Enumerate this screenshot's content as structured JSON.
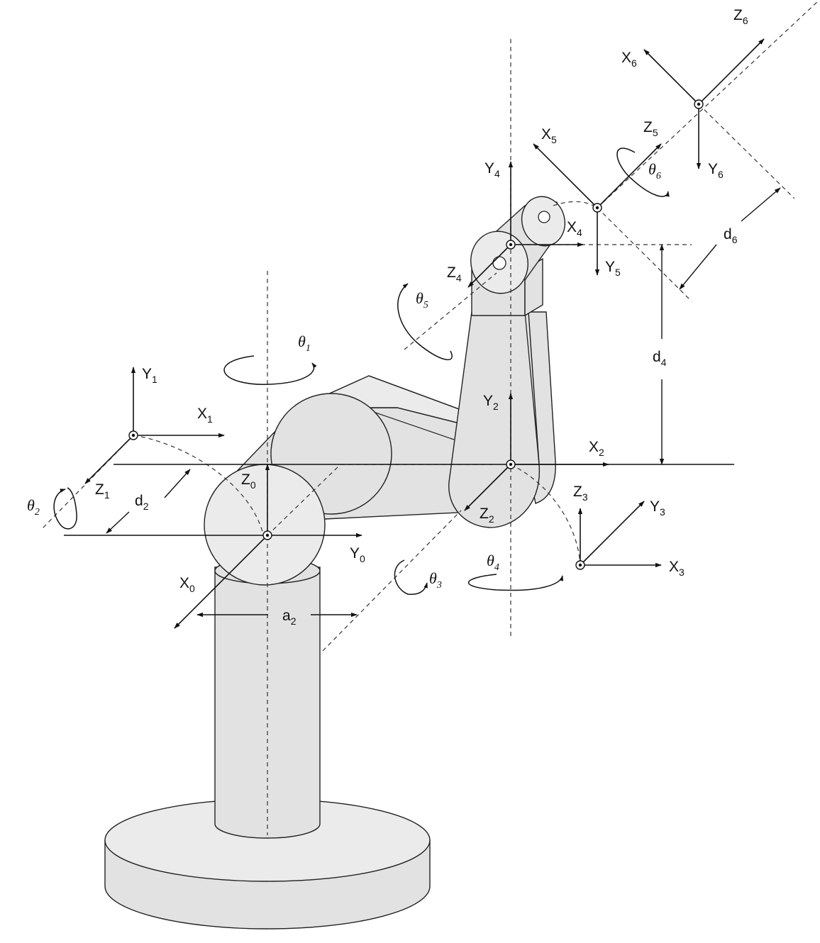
{
  "diagram": {
    "frames": [
      {
        "id": "0",
        "axes": [
          {
            "base": "Z",
            "sub": "0"
          },
          {
            "base": "Y",
            "sub": "0"
          },
          {
            "base": "X",
            "sub": "0"
          }
        ]
      },
      {
        "id": "1",
        "axes": [
          {
            "base": "Y",
            "sub": "1"
          },
          {
            "base": "X",
            "sub": "1"
          },
          {
            "base": "Z",
            "sub": "1"
          }
        ]
      },
      {
        "id": "2",
        "axes": [
          {
            "base": "Y",
            "sub": "2"
          },
          {
            "base": "X",
            "sub": "2"
          },
          {
            "base": "Z",
            "sub": "2"
          }
        ]
      },
      {
        "id": "3",
        "axes": [
          {
            "base": "Z",
            "sub": "3"
          },
          {
            "base": "Y",
            "sub": "3"
          },
          {
            "base": "X",
            "sub": "3"
          }
        ]
      },
      {
        "id": "4",
        "axes": [
          {
            "base": "Y",
            "sub": "4"
          },
          {
            "base": "X",
            "sub": "4"
          },
          {
            "base": "Z",
            "sub": "4"
          }
        ]
      },
      {
        "id": "5",
        "axes": [
          {
            "base": "X",
            "sub": "5"
          },
          {
            "base": "Z",
            "sub": "5"
          },
          {
            "base": "Y",
            "sub": "5"
          }
        ]
      },
      {
        "id": "6",
        "axes": [
          {
            "base": "X",
            "sub": "6"
          },
          {
            "base": "Z",
            "sub": "6"
          },
          {
            "base": "Y",
            "sub": "6"
          }
        ]
      }
    ],
    "joint_angles": [
      {
        "base": "θ",
        "sub": "1"
      },
      {
        "base": "θ",
        "sub": "2"
      },
      {
        "base": "θ",
        "sub": "3"
      },
      {
        "base": "θ",
        "sub": "4"
      },
      {
        "base": "θ",
        "sub": "5"
      },
      {
        "base": "θ",
        "sub": "6"
      }
    ],
    "dimensions": [
      {
        "base": "a",
        "sub": "2"
      },
      {
        "base": "d",
        "sub": "2"
      },
      {
        "base": "d",
        "sub": "4"
      },
      {
        "base": "d",
        "sub": "6"
      }
    ]
  }
}
